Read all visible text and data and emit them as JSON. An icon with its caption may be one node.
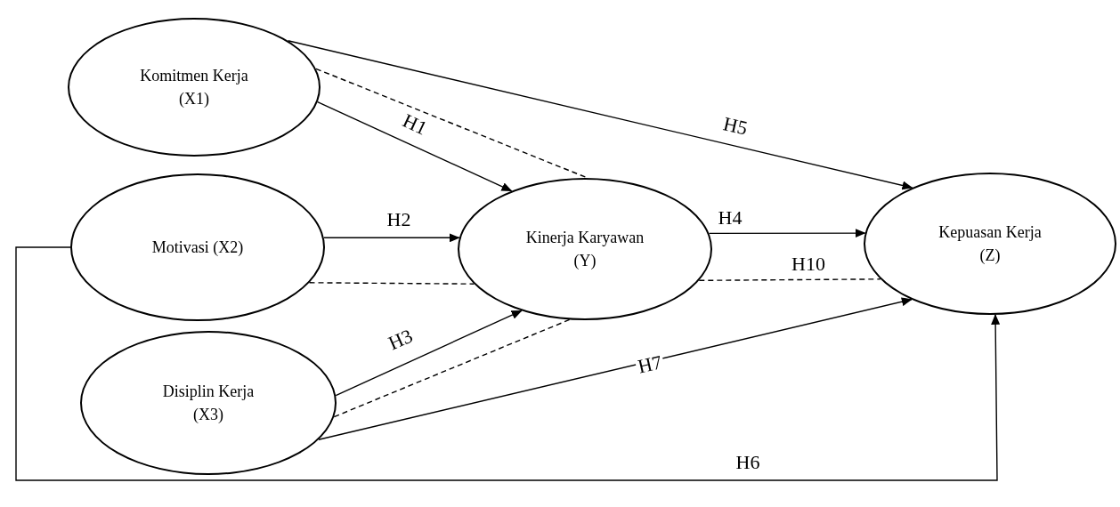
{
  "diagram": {
    "nodes": [
      {
        "text": [
          "Komitmen Kerja (X1)"
        ]
      },
      {
        "text": [
          "Motivasi (X2)"
        ]
      },
      {
        "text": [
          "Disiplin Kerja (X3)"
        ]
      },
      {
        "text": [
          "Kinerja Karyawan (Y)"
        ]
      },
      {
        "text": [
          "Kepuasan Kerja (Z)"
        ]
      }
    ],
    "edges": [
      {
        "from": 0,
        "to": 3,
        "arrow": "to",
        "label": "H1"
      },
      {
        "from": 0,
        "to": 3,
        "arrow": "none",
        "style": "dashed"
      },
      {
        "from": 0,
        "to": 4,
        "arrow": "to",
        "label": "H5"
      },
      {
        "from": 1,
        "to": 3,
        "arrow": "to",
        "label": "H2"
      },
      {
        "from": 1,
        "to": 3,
        "arrow": "none",
        "style": "dashed"
      },
      {
        "from": 2,
        "to": 3,
        "arrow": "to",
        "label": "H3"
      },
      {
        "from": 2,
        "to": 3,
        "arrow": "none",
        "style": "dashed"
      },
      {
        "from": 2,
        "to": 4,
        "arrow": "to",
        "label": "H7"
      },
      {
        "from": 3,
        "to": 4,
        "arrow": "to",
        "label": "H4"
      },
      {
        "from": 3,
        "to": 4,
        "arrow": "none",
        "style": "dashed",
        "label": "H10"
      },
      {
        "from": 1,
        "to": 4,
        "arrow": "to",
        "label": "H6"
      }
    ]
  }
}
